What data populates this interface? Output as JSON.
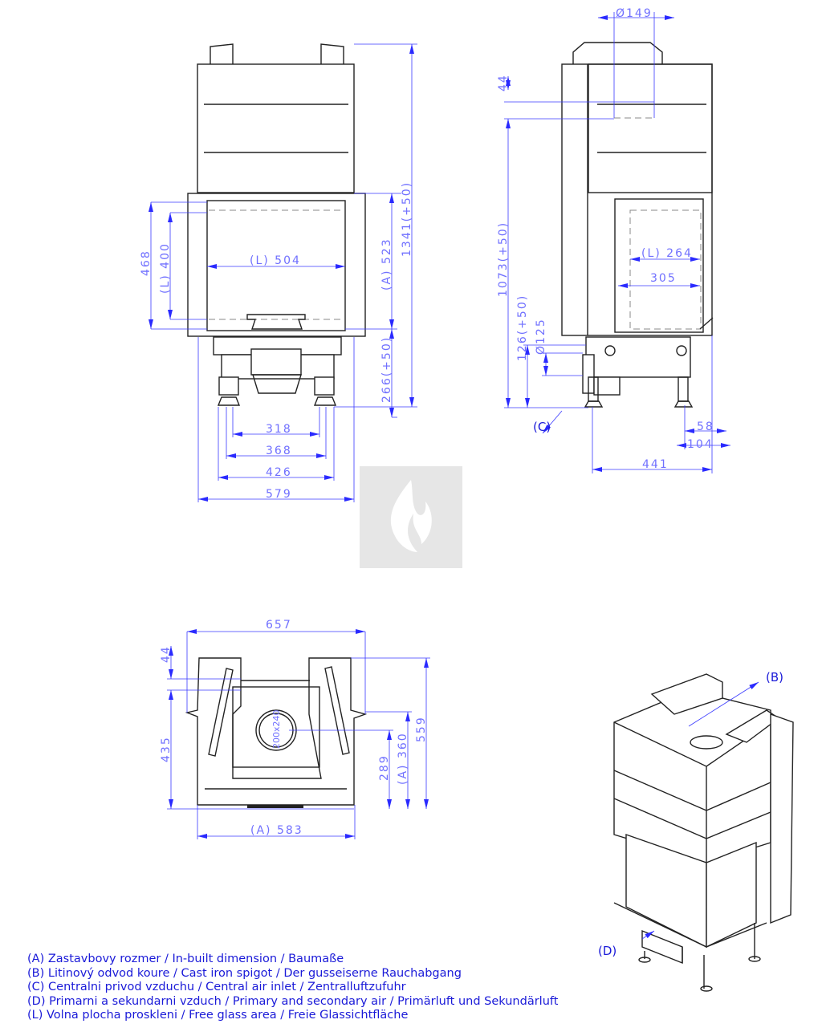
{
  "front_view": {
    "dims": {
      "h468": "468",
      "glass_h": "(L) 400",
      "glass_w": "(L) 504",
      "a523": "(A) 523",
      "total_h": "1341(+50)",
      "base_h": "266(+50)",
      "w318": "318",
      "w368": "368",
      "w426": "426",
      "w579": "579"
    }
  },
  "side_view": {
    "dims": {
      "flue_d": "Ø149",
      "d44": "44",
      "h1073": "1073(+50)",
      "h126": "126(+50)",
      "air_d": "Ø125",
      "glass_w": "(L) 264",
      "w305": "305",
      "d58": "58",
      "d104": "104",
      "d441": "441"
    },
    "label_c": "(C)"
  },
  "top_view": {
    "dims": {
      "w657": "657",
      "d44": "44",
      "d435": "435",
      "a583": "(A) 583",
      "d289": "289",
      "a360": "(A) 360",
      "d559": "559",
      "flue": "200x240"
    }
  },
  "iso_view": {
    "label_b": "(B)",
    "label_d": "(D)"
  },
  "legend": [
    "(A)  Zastavbovy rozmer / In-built dimension / Baumaße",
    "(B)  Litinový odvod koure / Cast iron spigot / Der gusseiserne Rauchabgang",
    "(C)  Centralni privod vzduchu / Central air inlet / Zentralluftzufuhr",
    "(D)  Primarni a sekundarni vzduch / Primary and secondary air / Primärluft und Sekundärluft",
    "(L)  Volna plocha proskleni / Free glass area / Freie Glassichtfläche"
  ],
  "colors": {
    "dimension": "#3a3aff",
    "label": "#1a1ad8",
    "logo_bg": "#e6e6e6"
  }
}
